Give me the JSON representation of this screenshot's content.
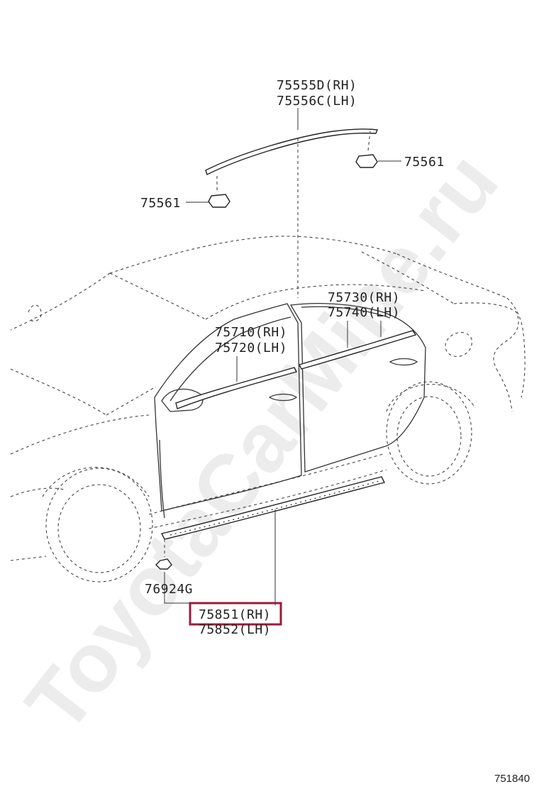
{
  "diagram": {
    "watermark": "ToyotaCarMine.ru",
    "figure_number": "751840",
    "labels": {
      "roof_molding_rh": "75555D(RH)",
      "roof_molding_lh": "75556C(LH)",
      "clip_right": "75561",
      "clip_left": "75561",
      "rear_door_rh": "75730(RH)",
      "rear_door_lh": "75740(LH)",
      "front_door_rh": "75710(RH)",
      "front_door_lh": "75720(LH)",
      "clip_rocker": "76924G",
      "rocker_rh": "75851(RH)",
      "rocker_lh": "75852(LH)"
    },
    "highlight_color": "#9b1b3e"
  }
}
